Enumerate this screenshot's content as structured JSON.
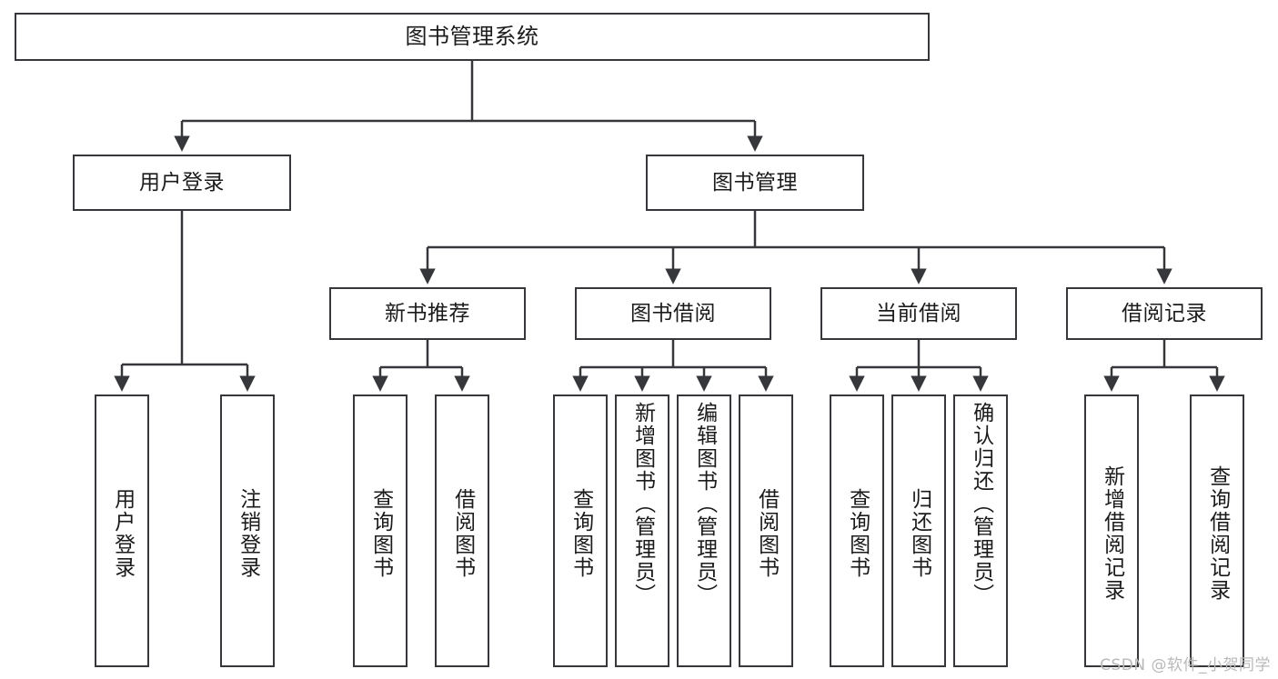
{
  "diagram": {
    "title": "图书管理系统",
    "type": "hierarchy-tree",
    "watermark": "CSDN @软件_小贺同学",
    "colors": {
      "stroke": "#36373a",
      "fill": "#ffffff",
      "text": "#1b1b1b",
      "watermark": "#b9b9b9"
    },
    "levels": {
      "root": [
        "图书管理系统"
      ],
      "level2": [
        "用户登录",
        "图书管理"
      ],
      "level3": [
        "新书推荐",
        "图书借阅",
        "当前借阅",
        "借阅记录"
      ],
      "leaves": [
        "用户登录",
        "注销登录",
        "查询图书",
        "借阅图书",
        "查询图书",
        "新增图书（管理员）",
        "编辑图书（管理员）",
        "借阅图书",
        "查询图书",
        "归还图书",
        "确认归还（管理员）",
        "新增借阅记录",
        "查询借阅记录"
      ]
    },
    "nodes": {
      "root": {
        "label": "图书管理系统"
      },
      "user_login": {
        "label": "用户登录"
      },
      "book_manage": {
        "label": "图书管理"
      },
      "new_book_rec": {
        "label": "新书推荐"
      },
      "book_borrow": {
        "label": "图书借阅"
      },
      "current_borrow": {
        "label": "当前借阅"
      },
      "borrow_record": {
        "label": "借阅记录"
      },
      "leaf_user_login": {
        "label": "用户登录"
      },
      "leaf_logout": {
        "label": "注销登录"
      },
      "leaf_query_book_1": {
        "label": "查询图书"
      },
      "leaf_borrow_book_1": {
        "label": "借阅图书"
      },
      "leaf_query_book_2": {
        "label": "查询图书"
      },
      "leaf_add_book": {
        "label": "新增图书（管理员）"
      },
      "leaf_edit_book": {
        "label": "编辑图书（管理员）"
      },
      "leaf_borrow_book_2": {
        "label": "借阅图书"
      },
      "leaf_query_book_3": {
        "label": "查询图书"
      },
      "leaf_return_book": {
        "label": "归还图书"
      },
      "leaf_confirm_return": {
        "label": "确认归还（管理员）"
      },
      "leaf_add_record": {
        "label": "新增借阅记录"
      },
      "leaf_query_record": {
        "label": "查询借阅记录"
      }
    }
  }
}
